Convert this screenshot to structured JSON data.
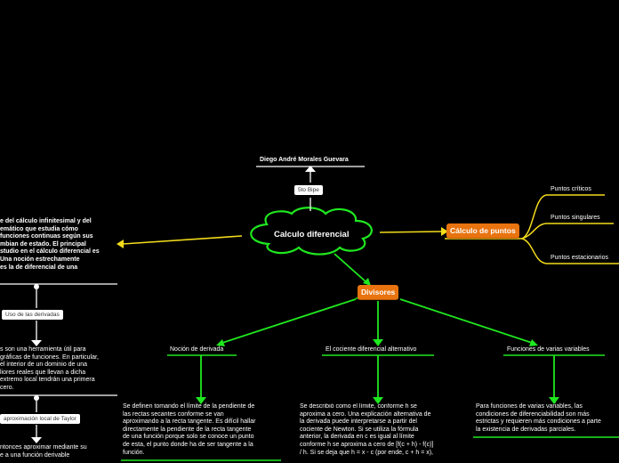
{
  "central": {
    "label": "Calculo diferencial"
  },
  "author": {
    "name": "Diego André Morales Guevara",
    "group": "5to Bipe"
  },
  "left_text": "e del cálculo infinitesimal y del\nemático que estudia cómo\nfunciones continuas según sus\nmbian de estado. El principal\nstudio en el cálculo diferencial es\nUna noción estrechamente\nes la de diferencial de una",
  "uses_label": "Uso  de las derivadas",
  "uses_text": "s son una herramienta útil para\ngráficas de funciones. En particular,\nel interior de un dominio de una\nliores reales que llevan a dicha\nextremo local tendrán una primera\ncero.",
  "taylor_label": "aproximación local de Taylor",
  "taylor_text": "ntonces aproximar mediante su\ne a una función derivable",
  "calc_points": {
    "label": "Cálculo de puntos",
    "items": [
      "Puntos críticos",
      "Puntos singulares",
      "Puntos estacionarios"
    ]
  },
  "divisores": {
    "label": "Divisores",
    "children": [
      {
        "title": "Noción de derivada",
        "text": "Se definen tomando el límite de la pendiente de\nlas rectas secantes conforme se van\naproximando a la recta tangente. Es difícil hallar\ndirectamente la pendiente de la recta tangente\nde una función porque solo se conoce un punto\nde esta, el punto donde ha de ser tangente a la\nfunción."
      },
      {
        "title": "El cociente diferencial alternativo",
        "text": "Se describió como el límite, conforme h se\naproxima a cero. Una explicación alternativa de\nla derivada puede interpretarse a partir del\ncociente de Newton. Si se utiliza la fórmula\nanterior, la derivada en c es igual al límite\nconforme h se aproxima a cero de [f(c + h) - f(c)]\n/ h. Si se deja que h = x - c (por ende, c + h = x),"
      },
      {
        "title": "Funciones de varias variables",
        "text": "Para funciones de varias variables, las\ncondiciones de diferenciabilidad son más\nestrictas y requieren más condiciones a parte\nla existencia de derivadas parciales."
      }
    ]
  }
}
